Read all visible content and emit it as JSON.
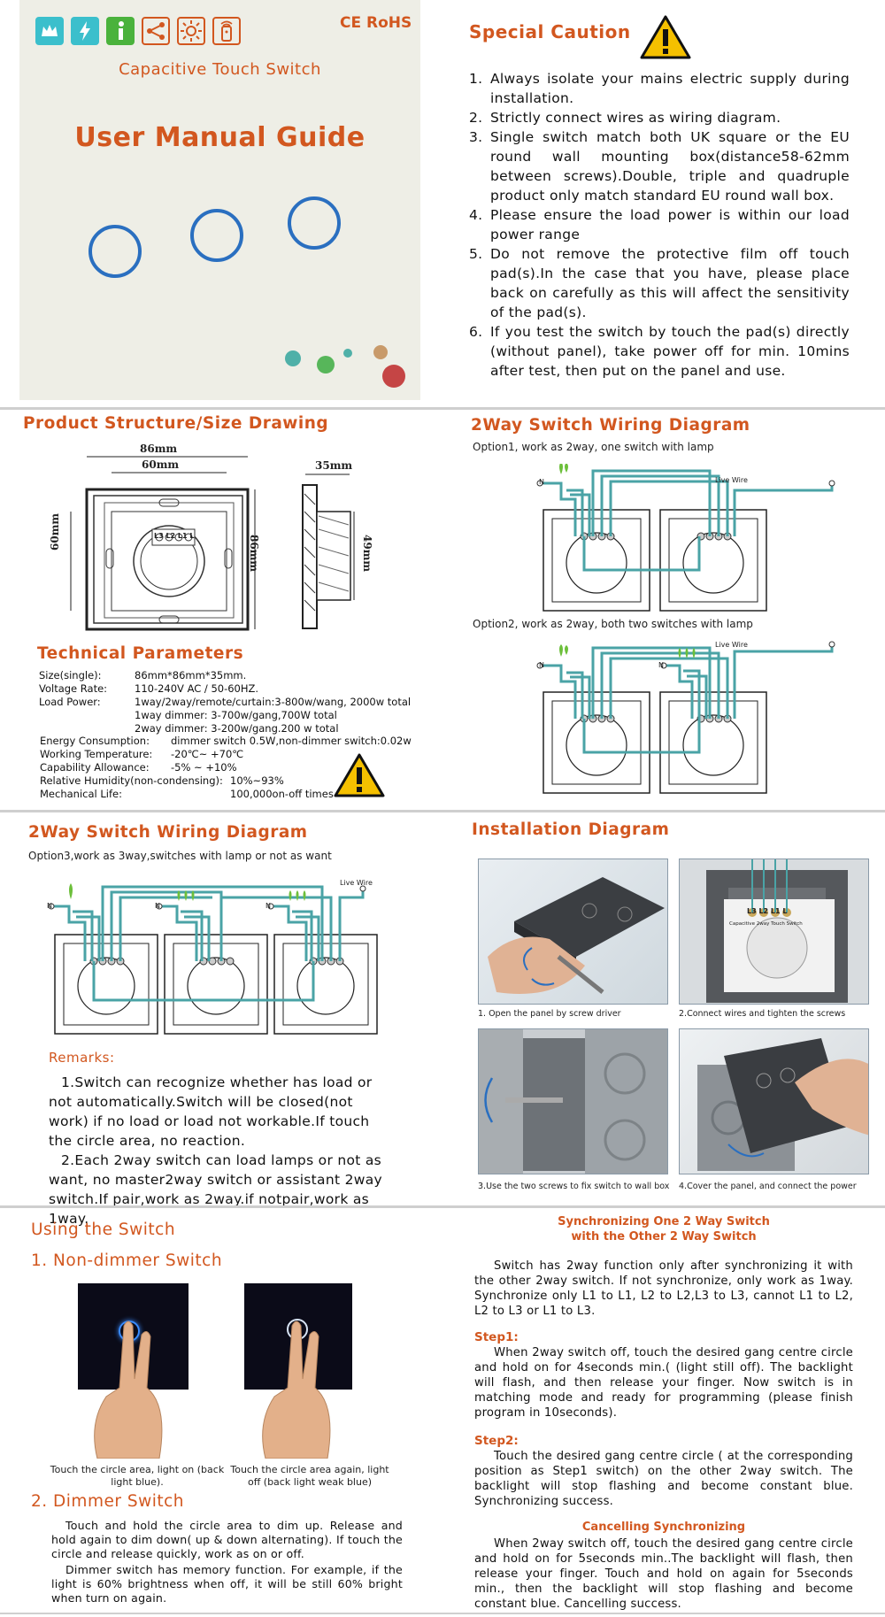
{
  "cover": {
    "ce_rohs": "CE RoHS",
    "subtitle": "Capacitive Touch Switch",
    "title": "User Manual Guide",
    "icons": [
      "crown-icon",
      "lightning-icon",
      "info-icon",
      "share-icon",
      "sun-icon",
      "remote-icon"
    ]
  },
  "caution": {
    "title": "Special Caution",
    "items": [
      {
        "n": "1.",
        "t": "Always isolate your mains electric supply during installation."
      },
      {
        "n": "2.",
        "t": "Strictly connect wires as wiring diagram."
      },
      {
        "n": "3.",
        "t": "Single switch match both UK square or the EU round wall mounting box(distance58-62mm between screws).Double, triple and quadruple product only match standard EU round wall box."
      },
      {
        "n": "4.",
        "t": "Please ensure the load power is within our load power range"
      },
      {
        "n": "5.",
        "t": "Do not remove the protective film off touch pad(s).In the case that you have, please place back on carefully as this will affect the sensitivity of the pad(s)."
      },
      {
        "n": "6.",
        "t": "If you test the switch by touch the pad(s) directly (without panel), take power off for min. 10mins after test, then put on the panel and use."
      }
    ]
  },
  "structure": {
    "title": "Product Structure/Size Drawing",
    "dim_86w": "86mm",
    "dim_60w": "60mm",
    "dim_60h": "60mm",
    "dim_86h": "86mm",
    "dim_35": "35mm",
    "dim_49": "49mm",
    "terminals": "L3 L2 L1 L"
  },
  "tech": {
    "title": "Technical Parameters",
    "rows": [
      {
        "k": "Size(single):",
        "v": "86mm*86mm*35mm."
      },
      {
        "k": "Voltage Rate:",
        "v": "110-240V AC / 50-60HZ."
      },
      {
        "k": "Load Power:",
        "v": "1way/2way/remote/curtain:3-800w/wang, 2000w total"
      },
      {
        "k": "",
        "v": "1way dimmer:  3-700w/gang,700W total"
      },
      {
        "k": "",
        "v": "2way dimmer:  3-200w/gang.200 w total"
      }
    ],
    "rows2": [
      {
        "k": "Energy Consumption:",
        "v": "dimmer switch 0.5W,non-dimmer switch:0.02w"
      },
      {
        "k": "Working Temperature:",
        "v": "-20℃~ +70℃"
      },
      {
        "k": "Capability Allowance:",
        "v": "-5% ~ +10%"
      },
      {
        "k": "Relative Humidity(non-condensing):",
        "v": "10%~93%"
      },
      {
        "k": "Mechanical Life:",
        "v": "100,000on-off times"
      }
    ]
  },
  "wiring2": {
    "title": "2Way Switch Wiring Diagram",
    "option1": "Option1, work as 2way, one switch with lamp",
    "option2": "Option2, work as 2way, both two switches with lamp",
    "live_wire": "Live Wire",
    "n_label": "N"
  },
  "wiring3": {
    "title": "2Way Switch Wiring Diagram",
    "option3": "Option3,work as 3way,switches with lamp or not as want",
    "live_wire": "Live Wire",
    "n_label": "N",
    "remarks_title": "Remarks:",
    "remark1": "1.Switch can recognize whether has load or not automatically.Switch will be closed(not work) if no load or load not workable.If touch the circle area, no reaction.",
    "remark2": "2.Each 2way switch can load lamps or not as want, no master2way switch or assistant 2way switch.If pair,work as 2way.if notpair,work as 1way."
  },
  "install": {
    "title": "Installation Diagram",
    "cap1": "1. Open the panel by screw driver",
    "cap2": "2.Connect wires and tighten the screws",
    "cap3": "3.Use the two screws to fix switch to wall box",
    "cap4": "4.Cover the panel, and connect the power",
    "label_header": "Capacitive 2way Touch Switch",
    "terminals": "L3 L2 L1 L"
  },
  "using": {
    "title": "Using the Switch",
    "nondimmer_title": "1. Non-dimmer Switch",
    "cap_left": "Touch the circle area, light on (back light blue).",
    "cap_right": "Touch the circle area again, light off (back light weak blue)",
    "dimmer_title": "2. Dimmer Switch",
    "dimmer_p1": "Touch and hold the circle area to dim up. Release and hold again to dim down( up & down alternating). If touch the circle and release quickly, work as on or off.",
    "dimmer_p2": "Dimmer switch has memory function. For example, if the light is 60% brightness when off, it will be still 60% bright when turn on again."
  },
  "sync": {
    "title_line1": "Synchronizing One 2 Way Switch",
    "title_line2": "with the Other 2 Way Switch",
    "intro": "Switch has 2way function only after synchronizing it with the other 2way switch. If not synchronize, only work as 1way. Synchronize only L1 to L1, L2 to L2,L3 to L3,  cannot L1 to L2, L2 to L3 or L1 to L3.",
    "step1_title": "Step1:",
    "step1": "When 2way switch off, touch the desired gang centre circle and hold on for 4seconds min.( (light still off). The backlight will flash, and then release your finger. Now switch is in matching mode and ready for programming (please finish program in 10seconds).",
    "step2_title": "Step2:",
    "step2": "Touch the desired gang centre circle ( at the corresponding position as Step1 switch) on the other 2way switch. The backlight will stop flashing and become constant blue. Synchronizing success.",
    "cancel_title": "Cancelling Synchronizing",
    "cancel": "When 2way switch off, touch the desired gang centre circle and hold on for 5seconds min..The backlight will flash, then release your finger. Touch and hold on again for 5seconds min., then the backlight will stop flashing and become constant blue. Cancelling success."
  },
  "colors": {
    "accent": "#d2571f",
    "ring": "#2a6fc0",
    "wire": "#4aa3a6"
  }
}
